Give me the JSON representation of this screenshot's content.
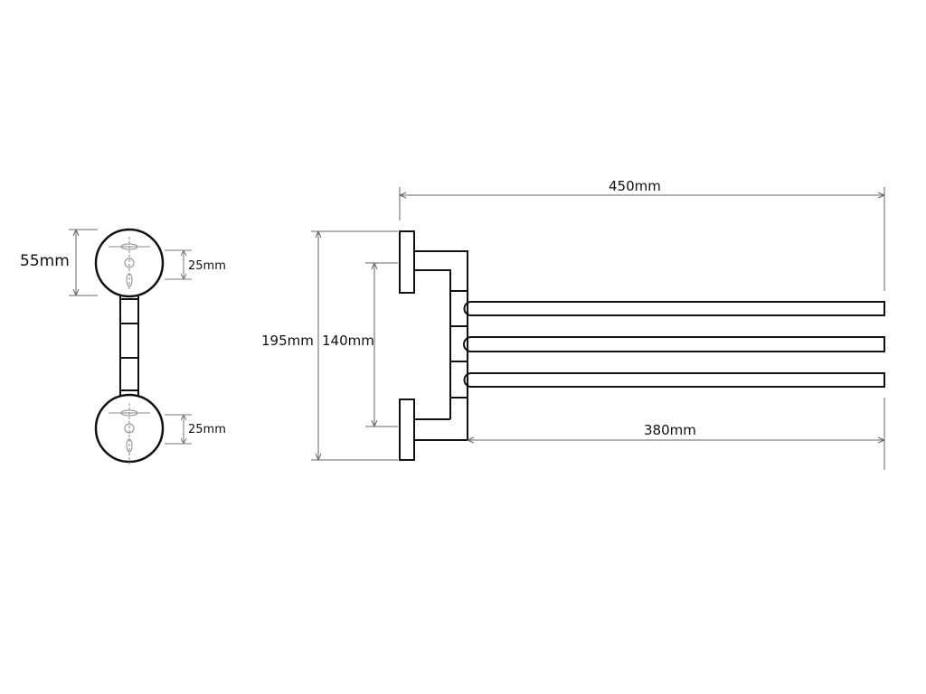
{
  "drawing": {
    "side_view": {
      "height_label": "55mm",
      "top_hole_label": "25mm",
      "bottom_hole_label": "25mm"
    },
    "front_view": {
      "overall_length_label": "450mm",
      "overall_height_label": "195mm",
      "mount_spacing_label": "140mm",
      "arm_length_label": "380mm",
      "arm_count": 3
    }
  }
}
